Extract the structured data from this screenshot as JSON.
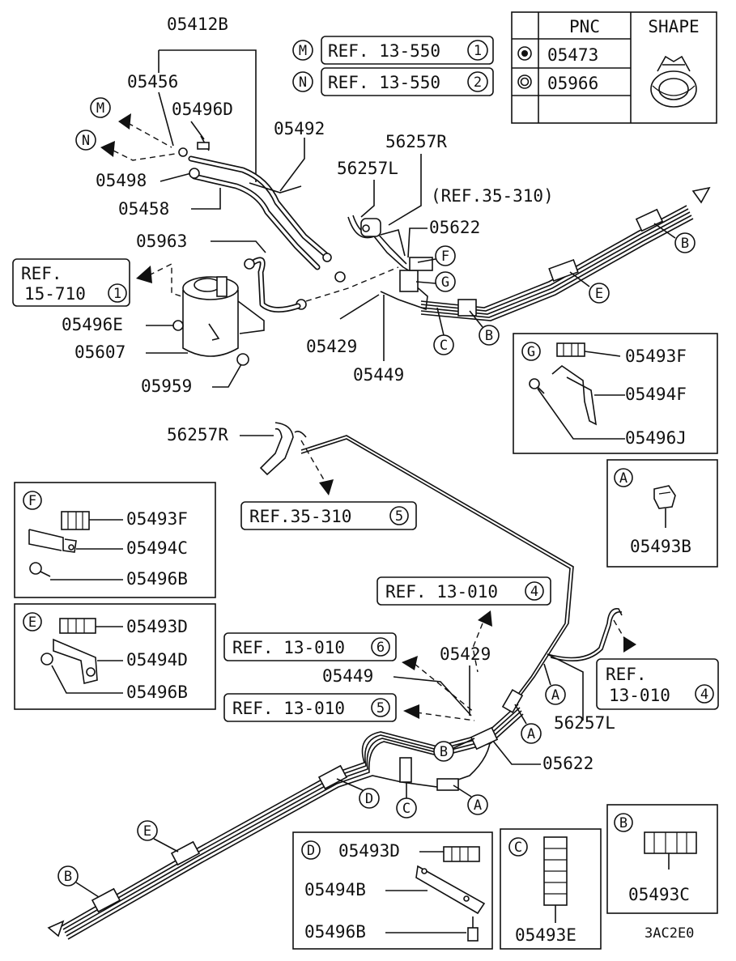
{
  "labels": {
    "p05412B": "05412B",
    "p05456": "05456",
    "p05496D": "05496D",
    "p05492": "05492",
    "p05498": "05498",
    "p05458": "05458",
    "p05963": "05963",
    "p05496E": "05496E",
    "p05607": "05607",
    "p05959": "05959",
    "p56257R_top": "56257R",
    "p56257L_top": "56257L",
    "p05622_top": "05622",
    "p05429_top": "05429",
    "p05449_top": "05449",
    "p56257R_mid": "56257R",
    "p05429_bot": "05429",
    "p05449_bot": "05449",
    "p56257L_bot": "56257L",
    "p05622_bot": "05622",
    "footer_code": "3AC2E0"
  },
  "refs": {
    "ref_m": "REF. 13-550",
    "ref_m_num": "1",
    "ref_n": "REF. 13-550",
    "ref_n_num": "2",
    "ref_15_line1": "REF.",
    "ref_15_line2": "15-710",
    "ref_15_num": "1",
    "ref_35_top": "(REF.35-310)",
    "ref_35_mid": "REF.35-310",
    "ref_35_mid_num": "5",
    "ref_13_4a": "REF. 13-010",
    "ref_13_4a_num": "4",
    "ref_13_6": "REF. 13-010",
    "ref_13_6_num": "6",
    "ref_13_5": "REF. 13-010",
    "ref_13_5_num": "5",
    "ref_13_4b_line1": "REF.",
    "ref_13_4b_line2": "13-010",
    "ref_13_4b_num": "4"
  },
  "callouts": {
    "M": "M",
    "N": "N",
    "A": "A",
    "B": "B",
    "C": "C",
    "D": "D",
    "E": "E",
    "F": "F",
    "G": "G"
  },
  "pnc_table": {
    "header_pnc": "PNC",
    "header_shape": "SHAPE",
    "rows": [
      {
        "pnc": "05473",
        "symbol": "single-ring"
      },
      {
        "pnc": "05966",
        "symbol": "double-ring"
      }
    ]
  },
  "detail_boxes": {
    "G": [
      "05493F",
      "05494F",
      "05496J"
    ],
    "A": [
      "05493B"
    ],
    "F": [
      "05493F",
      "05494C",
      "05496B"
    ],
    "E": [
      "05493D",
      "05494D",
      "05496B"
    ],
    "D": [
      "05493D",
      "05494B",
      "05496B"
    ],
    "C": [
      "05493E"
    ],
    "B": [
      "05493C"
    ]
  }
}
